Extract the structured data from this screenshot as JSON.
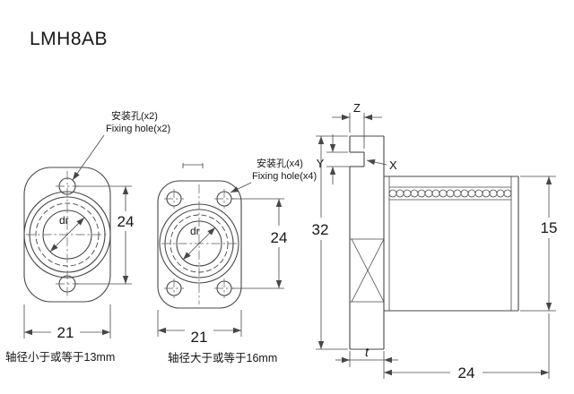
{
  "title": "LMH8AB",
  "colors": {
    "line": "#474747",
    "text": "#161616",
    "background": "#ffffff"
  },
  "views": {
    "oval_flange_2hole": {
      "note_line1": "安装孔(x2)",
      "note_line2": "Fixing hole(x2)",
      "bore_label": "dr",
      "hole_spacing": "24",
      "flange_width": "21",
      "caption": "轴径小于或等于13mm"
    },
    "flange_4hole": {
      "note_line1": "安装孔(x4)",
      "note_line2": "Fixing hole(x4)",
      "bore_label": "dr",
      "hole_spacing": "24",
      "flange_width": "21",
      "caption": "轴径大于或等于16mm"
    },
    "section": {
      "groove_width": "Z",
      "groove_offset": "Y",
      "groove_detail": "X",
      "flange_height": "32",
      "outer_diameter": "15",
      "flange_thickness": "t",
      "overall_length": "24"
    }
  }
}
